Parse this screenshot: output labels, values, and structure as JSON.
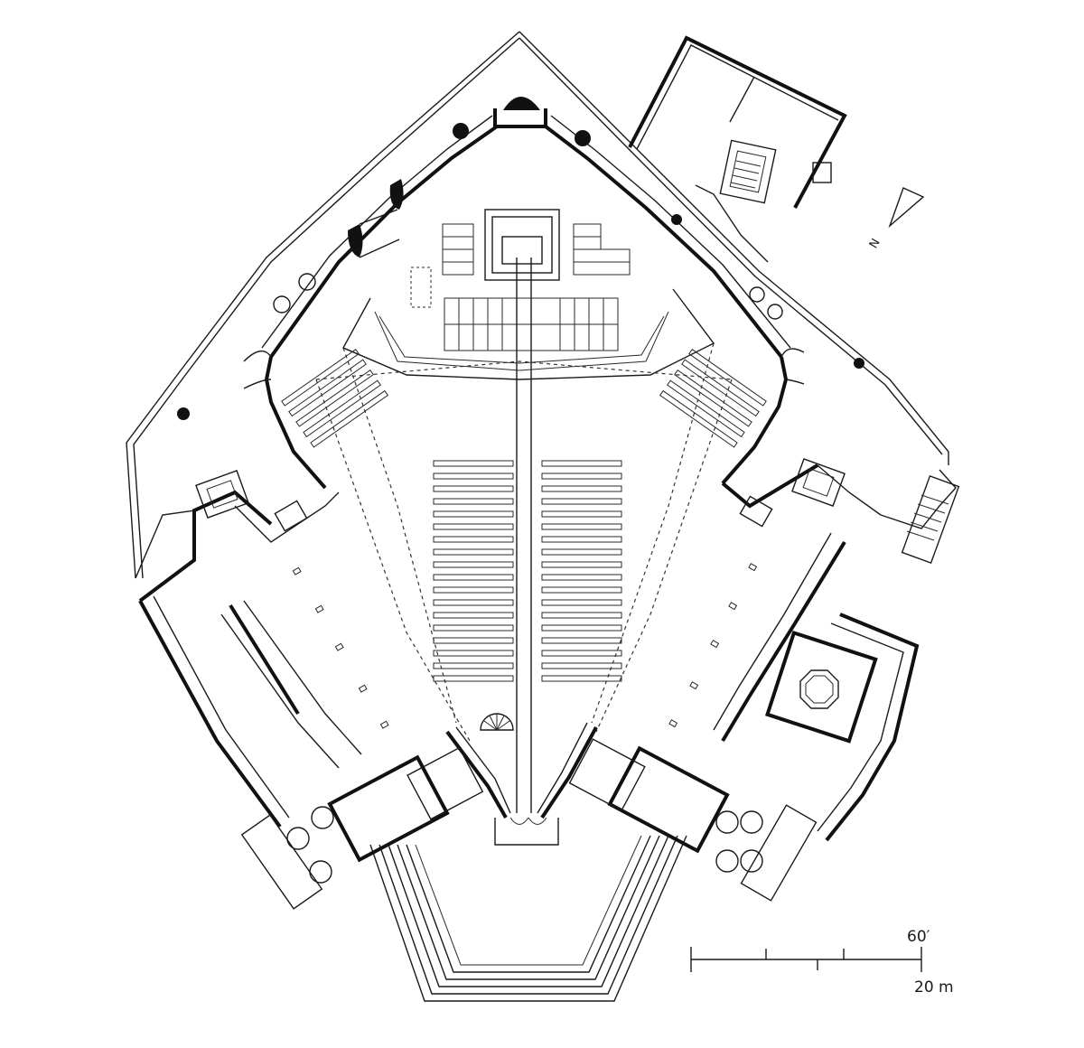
{
  "plan": {
    "scale_bar": {
      "label_imperial": "60′",
      "label_metric": "20 m"
    },
    "north_arrow": {
      "label": "N"
    }
  },
  "colors": {
    "ink": "#111111",
    "paper": "#ffffff"
  }
}
